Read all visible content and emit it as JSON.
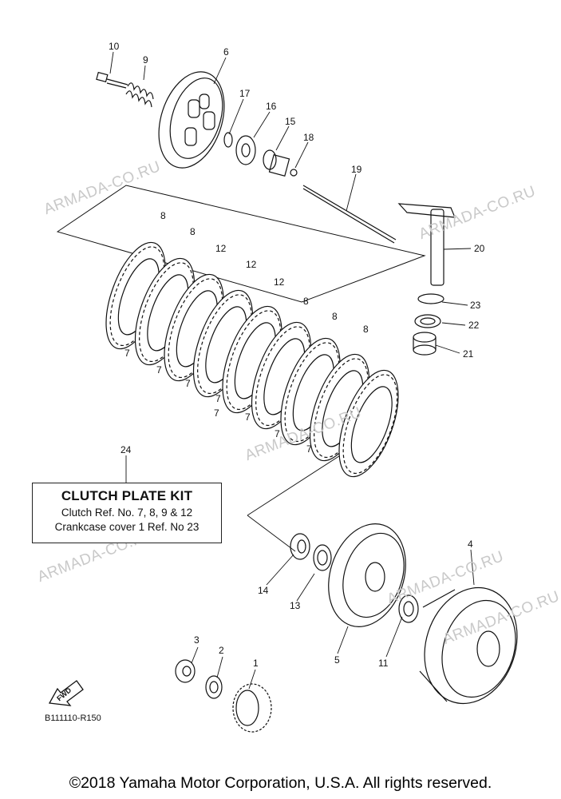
{
  "watermarks": [
    "ARMADA-CO.RU",
    "ARMADA-CO.RU",
    "ARMADA-CO.RU",
    "ARMADA-CO.RU",
    "ARMADA-CO.RU",
    "ARMADA-CO.RU"
  ],
  "callouts": [
    {
      "id": "c10",
      "text": "10"
    },
    {
      "id": "c9",
      "text": "9"
    },
    {
      "id": "c6",
      "text": "6"
    },
    {
      "id": "c17",
      "text": "17"
    },
    {
      "id": "c16",
      "text": "16"
    },
    {
      "id": "c15",
      "text": "15"
    },
    {
      "id": "c18",
      "text": "18"
    },
    {
      "id": "c19",
      "text": "19"
    },
    {
      "id": "c20",
      "text": "20"
    },
    {
      "id": "c23",
      "text": "23"
    },
    {
      "id": "c22",
      "text": "22"
    },
    {
      "id": "c21",
      "text": "21"
    },
    {
      "id": "c8a",
      "text": "8"
    },
    {
      "id": "c8b",
      "text": "8"
    },
    {
      "id": "c12a",
      "text": "12"
    },
    {
      "id": "c12b",
      "text": "12"
    },
    {
      "id": "c12c",
      "text": "12"
    },
    {
      "id": "c8c",
      "text": "8"
    },
    {
      "id": "c8d",
      "text": "8"
    },
    {
      "id": "c8e",
      "text": "8"
    },
    {
      "id": "c7a",
      "text": "7"
    },
    {
      "id": "c7b",
      "text": "7"
    },
    {
      "id": "c7c",
      "text": "7"
    },
    {
      "id": "c7d",
      "text": "7"
    },
    {
      "id": "c7e",
      "text": "7"
    },
    {
      "id": "c7f",
      "text": "7"
    },
    {
      "id": "c7g",
      "text": "7"
    },
    {
      "id": "c7h",
      "text": "7"
    },
    {
      "id": "c24",
      "text": "24"
    },
    {
      "id": "c4",
      "text": "4"
    },
    {
      "id": "c14",
      "text": "14"
    },
    {
      "id": "c13",
      "text": "13"
    },
    {
      "id": "c5",
      "text": "5"
    },
    {
      "id": "c11",
      "text": "11"
    },
    {
      "id": "c3",
      "text": "3"
    },
    {
      "id": "c2",
      "text": "2"
    },
    {
      "id": "c1",
      "text": "1"
    }
  ],
  "kit": {
    "title": "CLUTCH PLATE KIT",
    "line1": "Clutch Ref. No. 7, 8, 9 & 12",
    "line2": "Crankcase cover 1 Ref. No 23"
  },
  "fwd_label": "FWD",
  "ref_code": "B111110-R150",
  "copyright": "©2018 Yamaha Motor Corporation, U.S.A. All rights reserved."
}
